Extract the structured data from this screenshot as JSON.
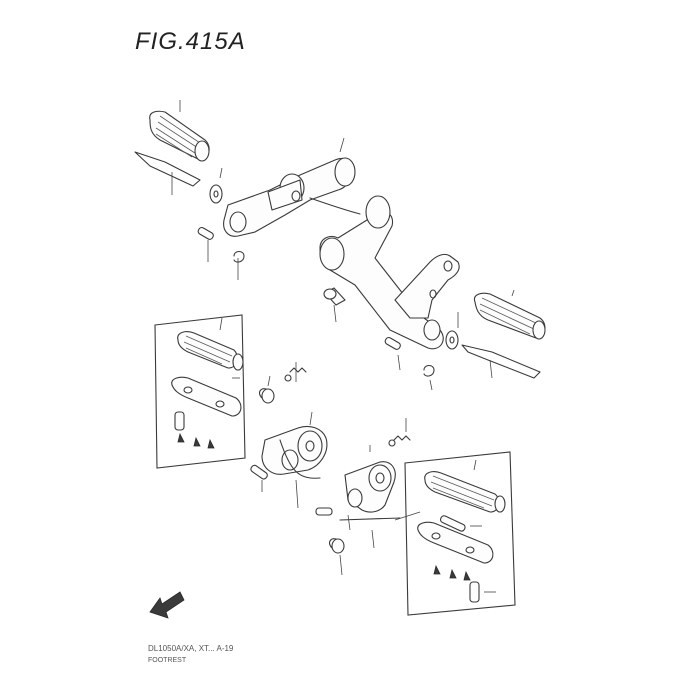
{
  "figure": {
    "title": "FIG.415A",
    "footer_line1": "DL1050A/XA, XT... A-19",
    "footer_line2": "FOOTREST"
  },
  "icons": {
    "front_arrow": "front-direction-arrow-icon"
  }
}
